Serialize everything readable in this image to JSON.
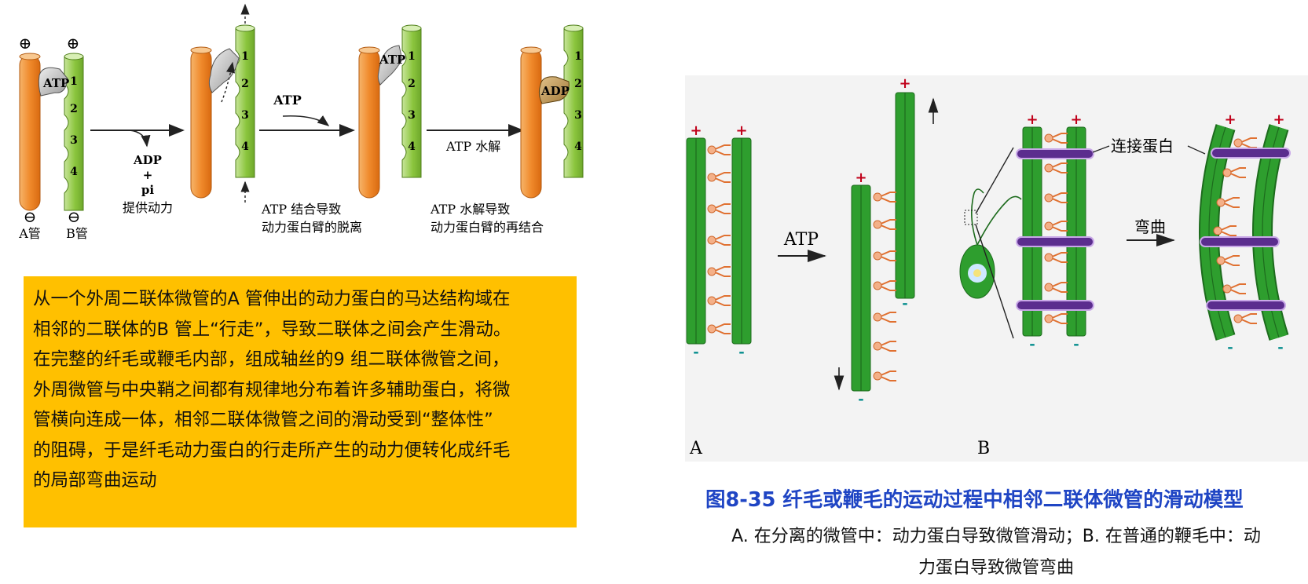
{
  "left_diagram": {
    "plus_sign": "⊕",
    "minus_sign": "⊖",
    "tube_a_label": "A管",
    "tube_b_label": "B管",
    "atp_label": "ATP",
    "adp_label": "ADP",
    "segment_numbers": [
      "1",
      "2",
      "3",
      "4"
    ],
    "step1_adp": "ADP",
    "step1_plus": "+",
    "step1_pi": "pi",
    "step1_power": "提供动力",
    "step2_atp": "ATP",
    "step2_caption_line1": "ATP 结合导致",
    "step2_caption_line2": "动力蛋白臂的脱离",
    "step3_arrow_label": "ATP 水解",
    "step3_caption_line1": "ATP 水解导致",
    "step3_caption_line2": "动力蛋白臂的再结合"
  },
  "text_box": {
    "lines": [
      "从一个外周二联体微管的A 管伸出的动力蛋白的马达结构域在",
      "相邻的二联体的B 管上“行走”，导致二联体之间会产生滑动。",
      "在完整的纤毛或鞭毛内部，组成轴丝的9 组二联体微管之间，",
      "外周微管与中央鞘之间都有规律地分布着许多辅助蛋白，将微",
      "管横向连成一体，相邻二联体微管之间的滑动受到“整体性”",
      "的阻碍，于是纤毛动力蛋白的行走所产生的动力便转化成纤毛",
      "的局部弯曲运动"
    ]
  },
  "right_diagram": {
    "plus": "+",
    "minus": "-",
    "atp_arrow_label": "ATP",
    "linker_label": "连接蛋白",
    "bend_label": "弯曲",
    "panel_a": "A",
    "panel_b": "B"
  },
  "figure": {
    "title": "图8-35 纤毛或鞭毛的运动过程中相邻二联体微管的滑动模型",
    "caption_line1": "A. 在分离的微管中：动力蛋白导致微管滑动；B. 在普通的鞭毛中：动",
    "caption_line2": "力蛋白导致微管弯曲"
  },
  "colors": {
    "orange_tube": "#f08a2c",
    "green_tube": "#8cc63f",
    "dark_green": "#2e9e2e",
    "dynein": "#f0a070",
    "linker": "#5b2d8e",
    "box_bg": "#ffc000",
    "title_blue": "#1f45c4",
    "plus_red": "#c0001a",
    "minus_teal": "#008b8b"
  }
}
